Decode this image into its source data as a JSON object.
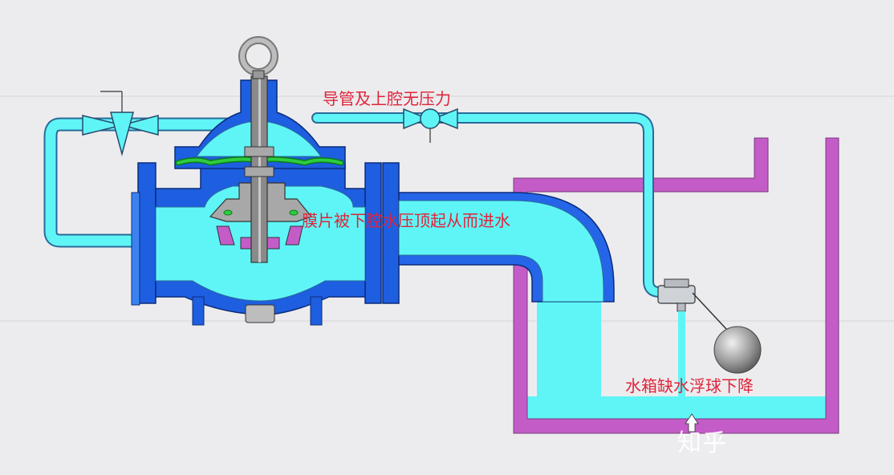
{
  "labels": {
    "pilot_no_pressure": "导管及上腔无压力",
    "diaphragm_lifted": "膜片被下腔水压顶起从而进水",
    "tank_float_drops": "水箱缺水浮球下降"
  },
  "watermark": "知乎",
  "colors": {
    "water": "#5ff5f7",
    "valve_body": "#1e5ee0",
    "valve_body_light": "#3b82f0",
    "tank_wall": "#c45cc8",
    "diaphragm": "#2ecc40",
    "stem": "#8a8a8a",
    "label": "#e0243a"
  }
}
